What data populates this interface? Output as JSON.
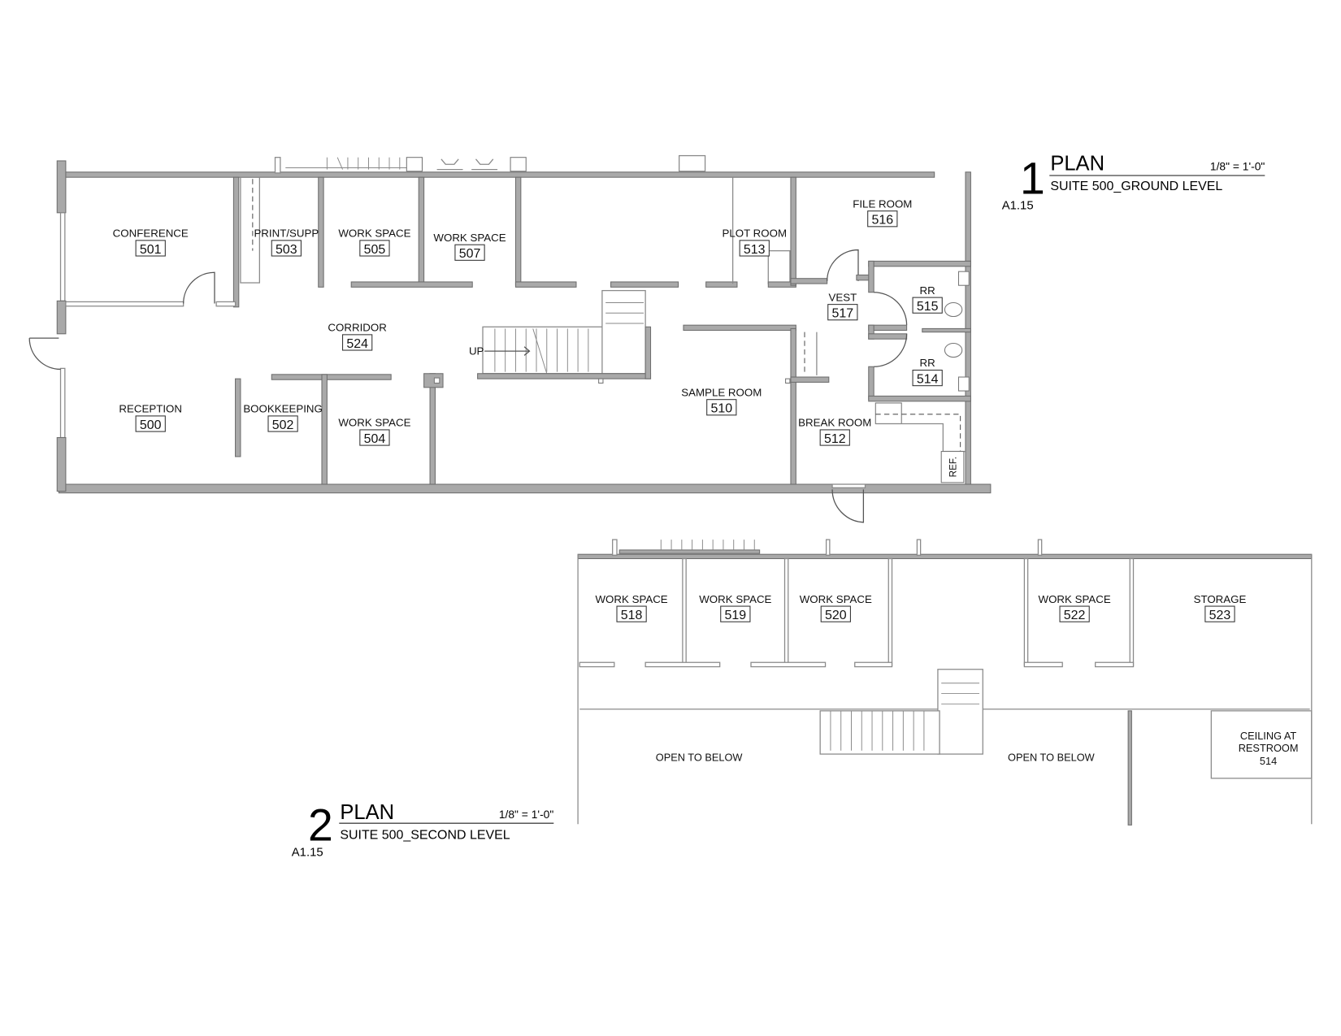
{
  "ground_plan": {
    "number": "1",
    "title": "PLAN",
    "scale": "1/8\" = 1'-0\"",
    "subtitle": "SUITE 500_GROUND LEVEL",
    "sheet": "A1.15",
    "rooms": [
      {
        "name": "CONFERENCE",
        "number": "501"
      },
      {
        "name": "PRINT/SUPP",
        "number": "503"
      },
      {
        "name": "WORK SPACE",
        "number": "505"
      },
      {
        "name": "WORK SPACE",
        "number": "507"
      },
      {
        "name": "PLOT ROOM",
        "number": "513"
      },
      {
        "name": "FILE ROOM",
        "number": "516"
      },
      {
        "name": "VEST",
        "number": "517"
      },
      {
        "name": "RR",
        "number": "515"
      },
      {
        "name": "RR",
        "number": "514"
      },
      {
        "name": "CORRIDOR",
        "number": "524"
      },
      {
        "name": "RECEPTION",
        "number": "500"
      },
      {
        "name": "BOOKKEEPING",
        "number": "502"
      },
      {
        "name": "WORK SPACE",
        "number": "504"
      },
      {
        "name": "SAMPLE ROOM",
        "number": "510"
      },
      {
        "name": "BREAK ROOM",
        "number": "512"
      }
    ],
    "stair_label": "UP",
    "ref_label": "REF."
  },
  "second_plan": {
    "number": "2",
    "title": "PLAN",
    "scale": "1/8\" = 1'-0\"",
    "subtitle": "SUITE 500_SECOND LEVEL",
    "sheet": "A1.15",
    "rooms": [
      {
        "name": "WORK SPACE",
        "number": "518"
      },
      {
        "name": "WORK SPACE",
        "number": "519"
      },
      {
        "name": "WORK SPACE",
        "number": "520"
      },
      {
        "name": "WORK SPACE",
        "number": "522"
      },
      {
        "name": "STORAGE",
        "number": "523"
      }
    ],
    "notes": {
      "open_left": "OPEN TO BELOW",
      "open_right": "OPEN TO BELOW",
      "ceiling_line1": "CEILING AT",
      "ceiling_line2": "RESTROOM",
      "ceiling_line3": "514"
    }
  }
}
